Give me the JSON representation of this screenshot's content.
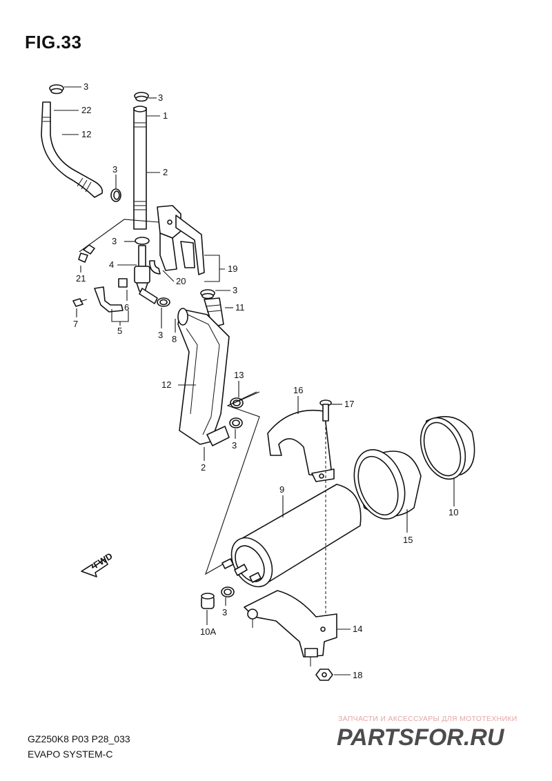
{
  "figure": {
    "title": "FIG.33",
    "model_code": "GZ250K8 P03 P28_033",
    "section_name": "EVAPO SYSTEM-C"
  },
  "direction_marker": {
    "label": "FWD",
    "icon": "arrow-icon"
  },
  "callouts": {
    "c3_a": "3",
    "c22": "22",
    "c12_a": "12",
    "c3_b": "3",
    "c1": "1",
    "c2_a": "2",
    "c3_c": "3",
    "c3_d": "3",
    "c4": "4",
    "c21": "21",
    "c19": "19",
    "c20": "20",
    "c3_e": "3",
    "c11": "11",
    "c6": "6",
    "c7": "7",
    "c5": "5",
    "c3_f": "3",
    "c8": "8",
    "c12_b": "12",
    "c13": "13",
    "c3_g": "3",
    "c2_b": "2",
    "c16": "16",
    "c17": "17",
    "c9": "9",
    "c10": "10",
    "c15": "15",
    "c3_h": "3",
    "c10a": "10A",
    "c14": "14",
    "c18": "18"
  },
  "watermark": {
    "line1": "ЗАПЧАСТИ И АКСЕССУАРЫ ДЛЯ МОТОТЕХНИКИ",
    "line2": "PARTSFOR.RU",
    "color": "#d93b3b"
  }
}
